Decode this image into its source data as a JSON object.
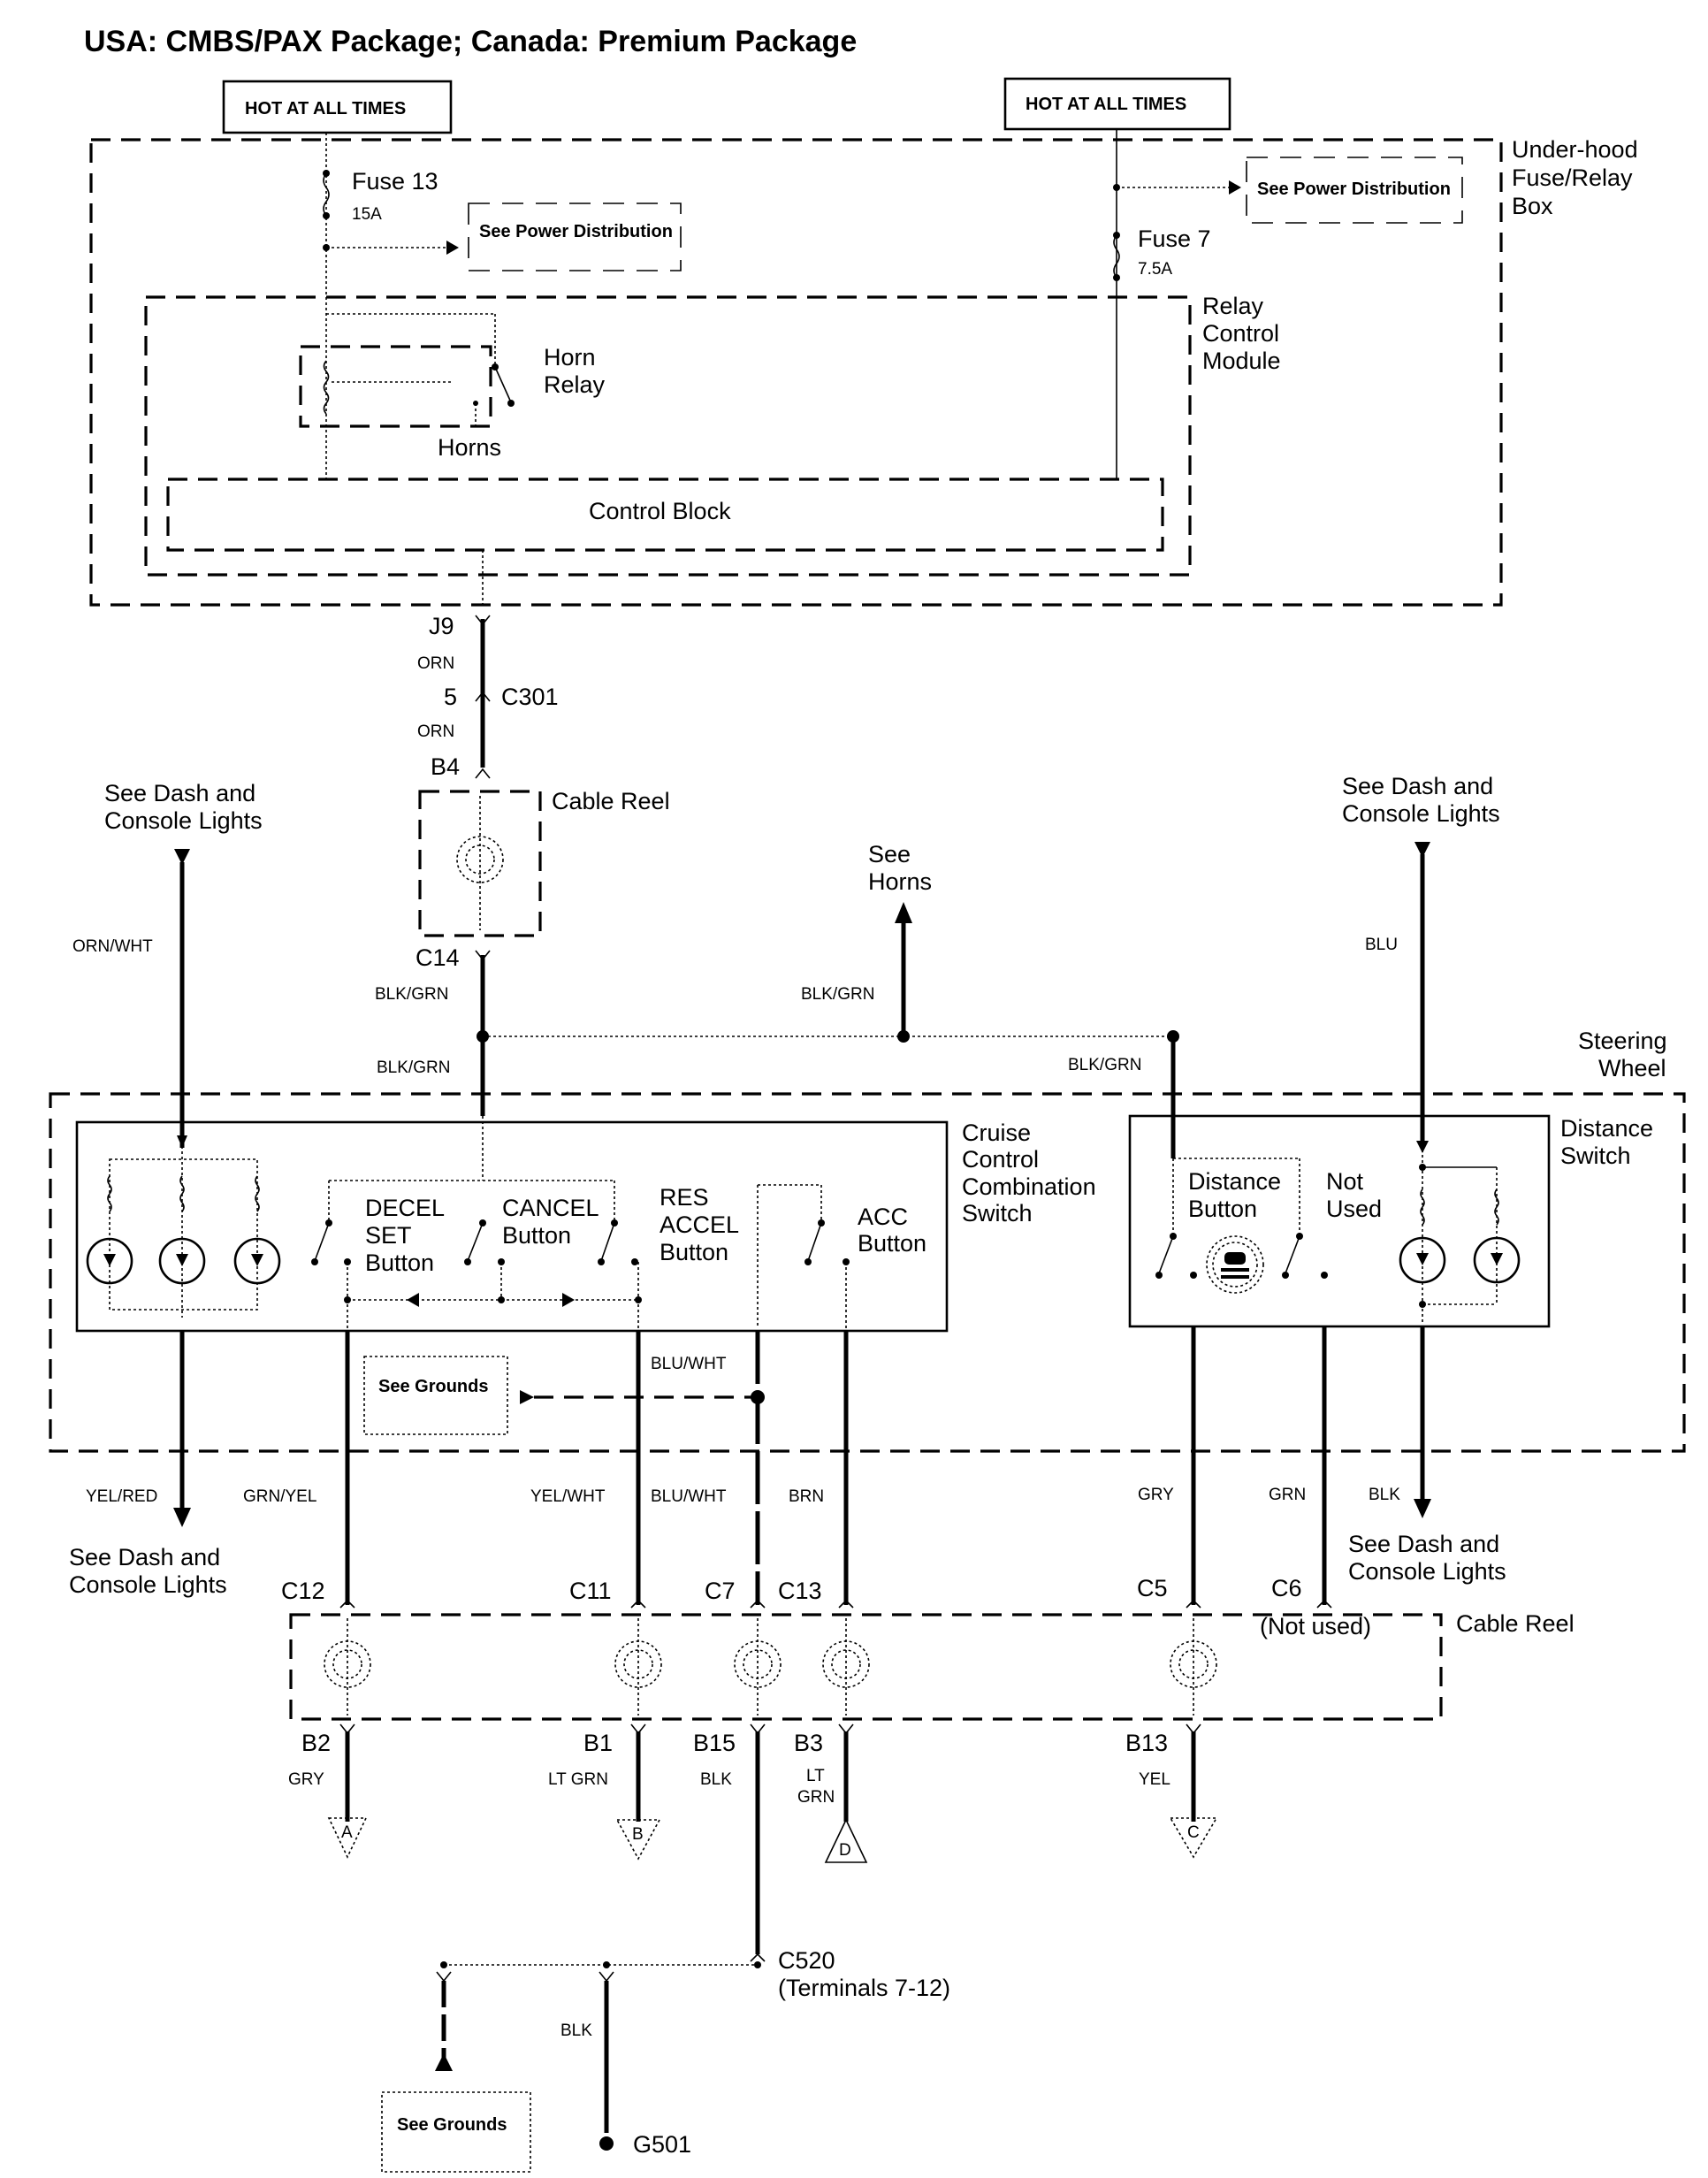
{
  "title": "USA: CMBS/PAX Package; Canada: Premium Package",
  "power": {
    "hot1": "HOT AT ALL TIMES",
    "hot2": "HOT AT ALL TIMES",
    "fuse13": "Fuse 13",
    "fuse13_rating": "15A",
    "fuse7": "Fuse 7",
    "fuse7_rating": "7.5A",
    "see_power_1": "See Power Distribution",
    "see_power_2": "See Power Distribution"
  },
  "modules": {
    "underhood": [
      "Under-hood",
      "Fuse/Relay",
      "Box"
    ],
    "relay_control": [
      "Relay",
      "Control",
      "Module"
    ],
    "horn_relay": [
      "Horn",
      "Relay"
    ],
    "horns": "Horns",
    "control_block": "Control Block",
    "cable_reel_top": "Cable Reel",
    "cable_reel_bottom": "Cable Reel",
    "steering_wheel": [
      "Steering",
      "Wheel"
    ],
    "cruise_switch": [
      "Cruise",
      "Control",
      "Combination",
      "Switch"
    ],
    "distance_switch": [
      "Distance",
      "Switch"
    ],
    "decel_set": [
      "DECEL",
      "SET",
      "Button"
    ],
    "cancel": [
      "CANCEL",
      "Button"
    ],
    "res_accel": [
      "RES",
      "ACCEL",
      "Button"
    ],
    "acc": [
      "ACC",
      "Button"
    ],
    "distance_button": [
      "Distance",
      "Button"
    ],
    "not_used": [
      "Not",
      "Used"
    ],
    "not_used_c6": "(Not used)"
  },
  "connectors": {
    "j9": "J9",
    "c301_pin": "5",
    "c301": "C301",
    "b4": "B4",
    "c14": "C14",
    "c12": "C12",
    "c11": "C11",
    "c7": "C7",
    "c13": "C13",
    "c5": "C5",
    "c6": "C6",
    "b2": "B2",
    "b1": "B1",
    "b15": "B15",
    "b3": "B3",
    "b13": "B13",
    "c520": "C520",
    "c520_note": "(Terminals 7-12)",
    "g501": "G501"
  },
  "wires": {
    "orn_1": "ORN",
    "orn_2": "ORN",
    "blkgrn_1": "BLK/GRN",
    "blkgrn_2": "BLK/GRN",
    "blkgrn_3": "BLK/GRN",
    "blkgrn_4": "BLK/GRN",
    "orn_wht": "ORN/WHT",
    "blu": "BLU",
    "blu_wht_1": "BLU/WHT",
    "yel_red": "YEL/RED",
    "grn_yel": "GRN/YEL",
    "yel_wht": "YEL/WHT",
    "blu_wht_2": "BLU/WHT",
    "brn": "BRN",
    "gry_1": "GRY",
    "grn": "GRN",
    "blk_1": "BLK",
    "gry_2": "GRY",
    "lt_grn_1": "LT GRN",
    "blk_2": "BLK",
    "lt_grn_2a": "LT",
    "lt_grn_2b": "GRN",
    "yel": "YEL",
    "blk_3": "BLK"
  },
  "references": {
    "dash_left_top": [
      "See Dash and",
      "Console Lights"
    ],
    "dash_right_top": [
      "See Dash and",
      "Console Lights"
    ],
    "dash_left_bottom": [
      "See Dash and",
      "Console Lights"
    ],
    "dash_right_bottom": [
      "See Dash and",
      "Console Lights"
    ],
    "see_horns": [
      "See",
      "Horns"
    ],
    "see_grounds_1": "See Grounds",
    "see_grounds_2": "See Grounds"
  },
  "offpage": {
    "a": "A",
    "b": "B",
    "c": "C",
    "d": "D"
  }
}
